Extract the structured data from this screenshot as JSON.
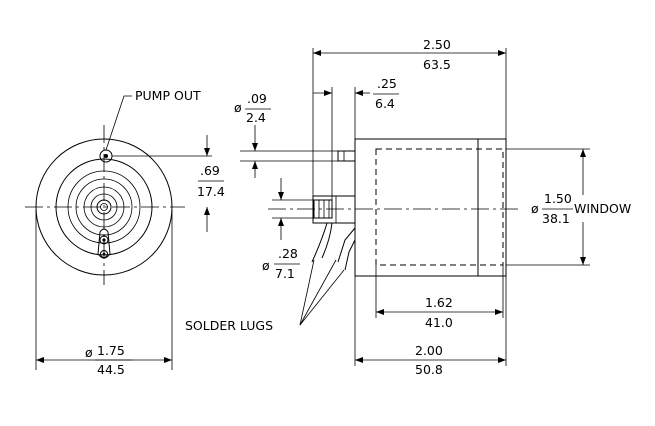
{
  "labels": {
    "pump_out": "PUMP OUT",
    "solder_lugs": "SOLDER LUGS",
    "window": "WINDOW"
  },
  "dimensions": {
    "overall_length": {
      "inch": "2.50",
      "mm": "63.5"
    },
    "lug_offset": {
      "inch": ".25",
      "mm": "6.4"
    },
    "pump_out_dia": {
      "symbol": "ø",
      "inch": ".09",
      "mm": "2.4"
    },
    "pump_offset": {
      "inch": ".69",
      "mm": "17.4"
    },
    "stem_dia": {
      "symbol": "ø",
      "inch": ".28",
      "mm": "7.1"
    },
    "window_dia": {
      "symbol": "ø",
      "inch": "1.50",
      "mm": "38.1"
    },
    "window_length": {
      "inch": "1.62",
      "mm": "41.0"
    },
    "body_length": {
      "inch": "2.00",
      "mm": "50.8"
    },
    "face_dia": {
      "symbol": "ø",
      "inch": "1.75",
      "mm": "44.5"
    }
  }
}
